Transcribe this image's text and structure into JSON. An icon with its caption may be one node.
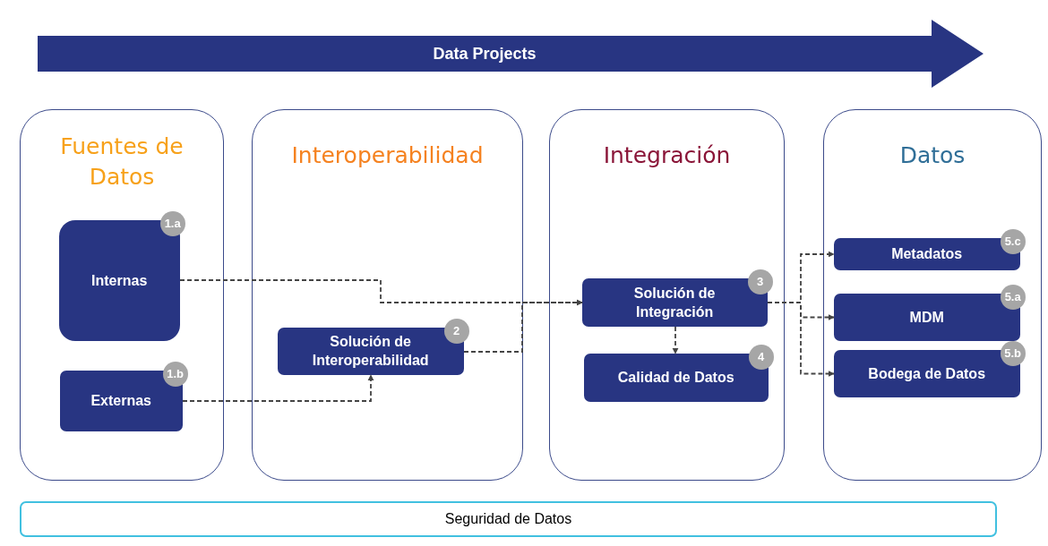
{
  "diagram": {
    "nodes": [
      {
        "text": [
          "Data Projects"
        ]
      },
      {
        "text": [
          "Fuentes de Datos"
        ]
      },
      {
        "text": [
          "Internas",
          "1.a"
        ],
        "in": 1
      },
      {
        "text": [
          "Externas",
          "1.b"
        ],
        "in": 1
      },
      {
        "text": [
          "Interoperabilidad"
        ]
      },
      {
        "text": [
          "Solución de Interoperabilidad",
          "2"
        ],
        "in": 4
      },
      {
        "text": [
          "Integración"
        ]
      },
      {
        "text": [
          "Solución de Integración",
          "3"
        ],
        "in": 6
      },
      {
        "text": [
          "Calidad de Datos",
          "4"
        ],
        "in": 6
      },
      {
        "text": [
          "Datos"
        ]
      },
      {
        "text": [
          "Metadatos",
          "5.c"
        ],
        "in": 9
      },
      {
        "text": [
          "MDM",
          "5.a"
        ],
        "in": 9
      },
      {
        "text": [
          "Bodega de Datos",
          "5.b"
        ],
        "in": 9
      },
      {
        "text": [
          "Seguridad de Datos"
        ]
      }
    ],
    "edges": [
      {
        "from": 2,
        "to": 7,
        "arrow": "to",
        "style": "dashed"
      },
      {
        "from": 3,
        "to": 5,
        "arrow": "to",
        "style": "dashed"
      },
      {
        "from": 5,
        "to": 7,
        "arrow": "to",
        "style": "dashed"
      },
      {
        "from": 7,
        "to": 8,
        "arrow": "to",
        "style": "dashed"
      },
      {
        "from": 7,
        "to": 10,
        "arrow": "to",
        "style": "dashed"
      },
      {
        "from": 7,
        "to": 11,
        "arrow": "to",
        "style": "dashed"
      },
      {
        "from": 7,
        "to": 12,
        "arrow": "to",
        "style": "dashed"
      }
    ]
  }
}
